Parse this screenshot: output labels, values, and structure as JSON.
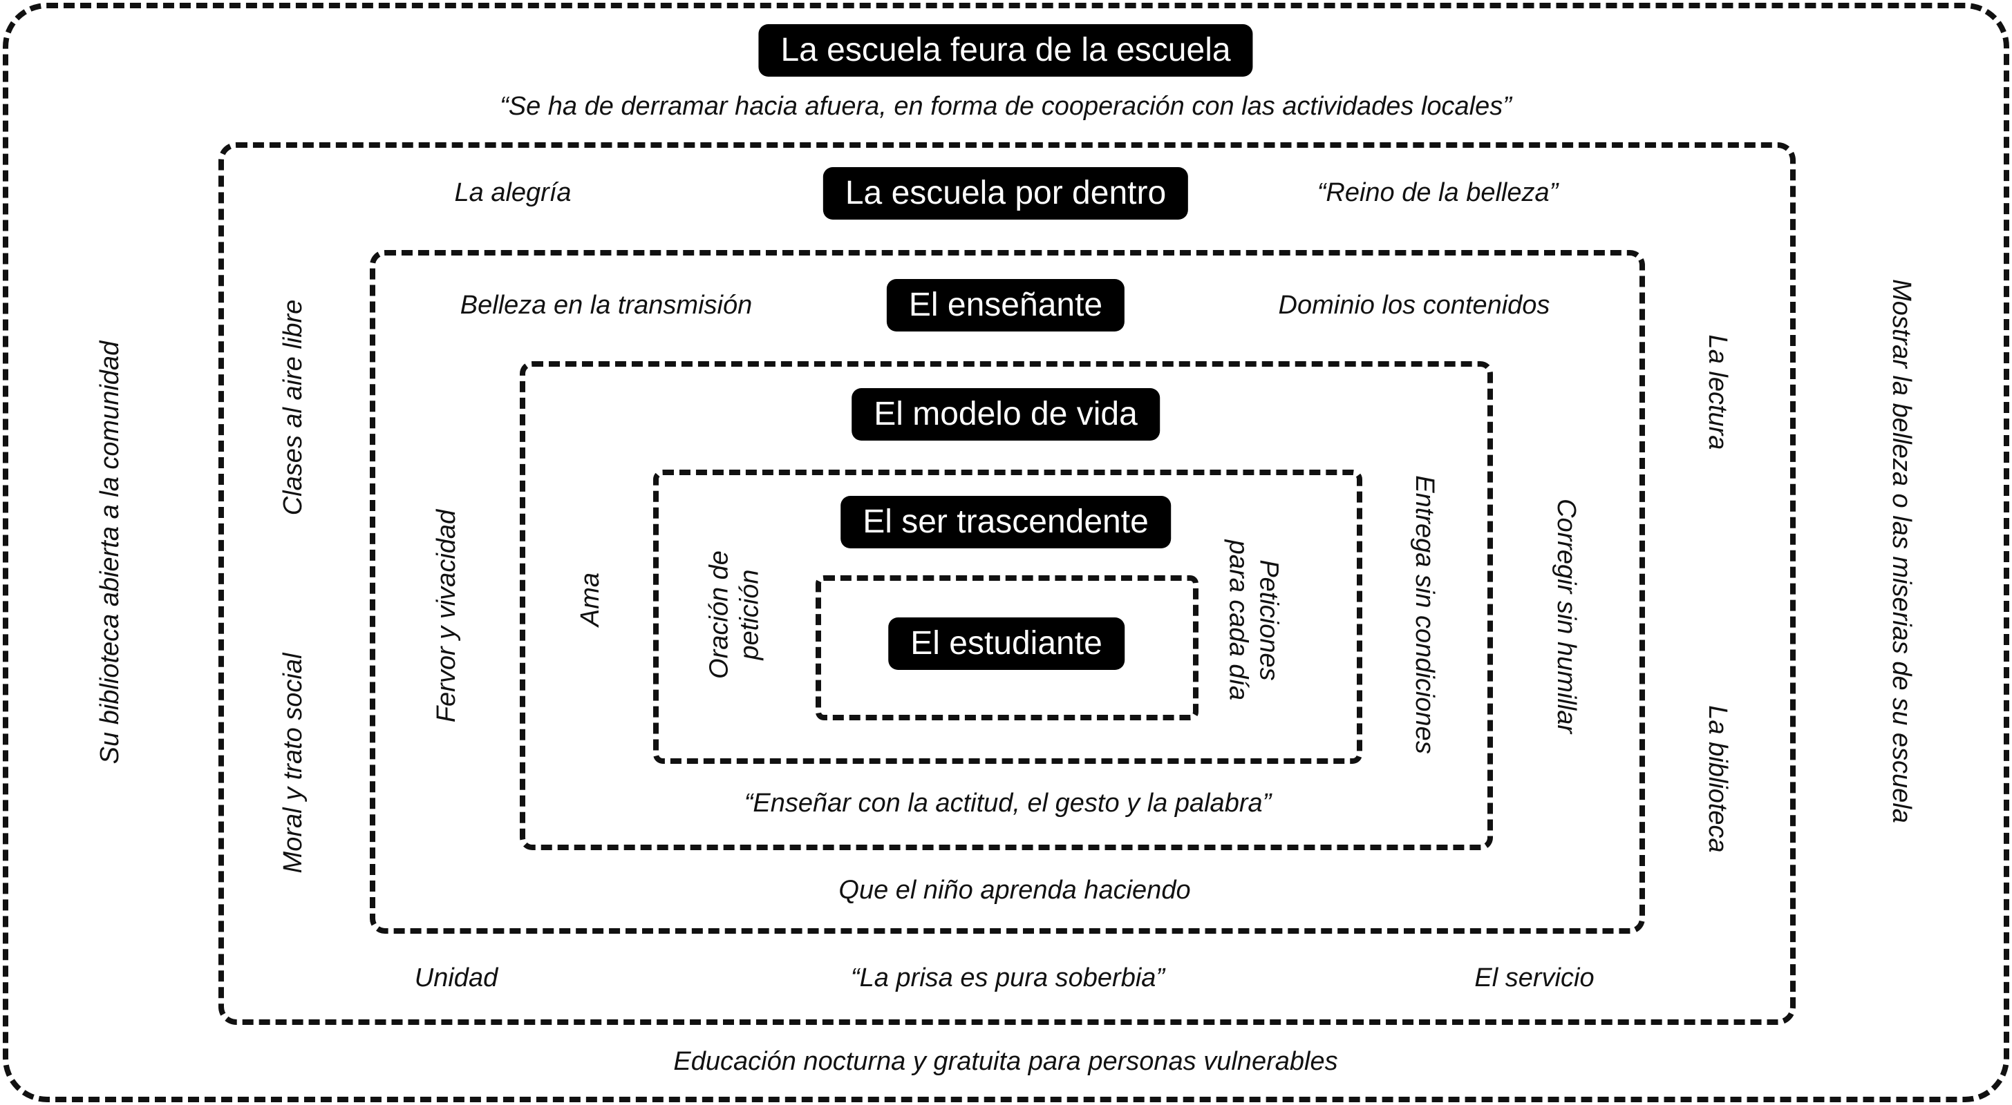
{
  "layers": {
    "outer": {
      "title": "La escuela feura de la escuela",
      "top": "“Se ha de derramar hacia afuera, en forma de cooperación con las actividades locales”",
      "bottom": "Educación nocturna y gratuita para personas vulnerables",
      "left": "Su biblioteca abierta a la comunidad",
      "right": "Mostrar la belleza o las miserias de su escuela"
    },
    "inside": {
      "title": "La escuela por dentro",
      "top_left": "La alegría",
      "top_right": "“Reino de la belleza”",
      "left_top": "Clases al aire libre",
      "left_bottom": "Moral y trato social",
      "right_top": "La lectura",
      "right_bottom": "La biblioteca",
      "bottom_left": "Unidad",
      "bottom_center": "“La prisa es pura soberbia”",
      "bottom_right": "El servicio"
    },
    "teacher": {
      "title": "El enseñante",
      "top_left": "Belleza en la transmisión",
      "top_right": "Dominio los contenidos",
      "left": "Fervor y vivacidad",
      "right": "Corregir sin humillar",
      "bottom": "Que el niño aprenda haciendo"
    },
    "model": {
      "title": "El modelo de vida",
      "left": "Ama",
      "right": "Entrega sin condiciones",
      "bottom": "“Enseñar con la actitud, el gesto y la palabra”"
    },
    "transcendent": {
      "title": "El ser trascendente",
      "left": "Oración de petición",
      "right": "Peticiones para cada día"
    },
    "student": {
      "title": "El estudiante"
    }
  }
}
